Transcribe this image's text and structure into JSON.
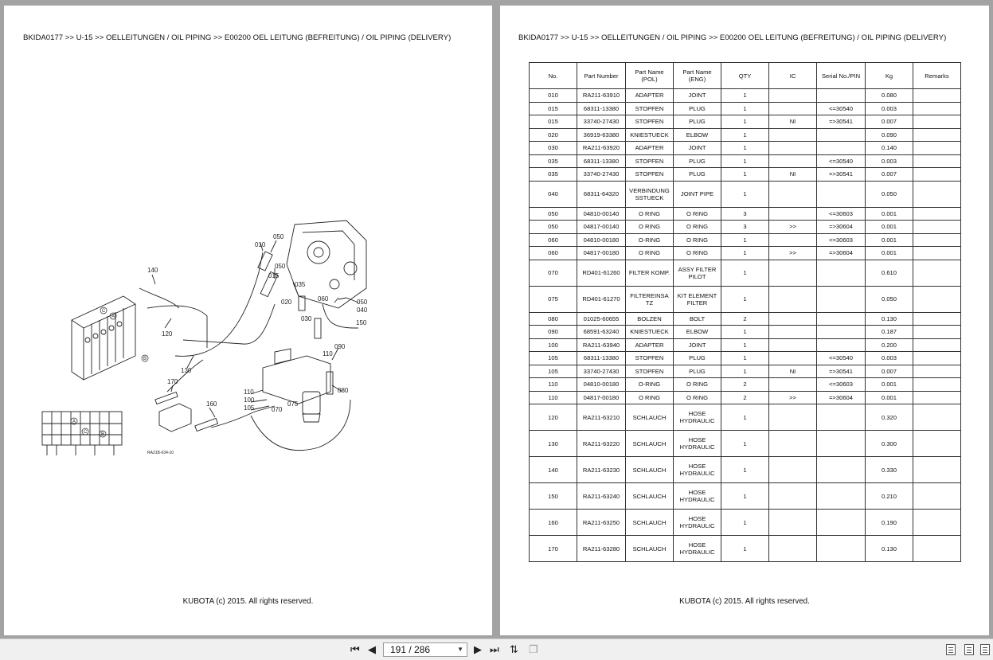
{
  "header": {
    "breadcrumb": "BKIDA0177 >> U-15 >> OELLEITUNGEN / OIL PIPING >> E00200   OEL LEITUNG (BEFREITUNG) / OIL PIPING (DELIVERY)"
  },
  "footer": {
    "copyright": "KUBOTA (c) 2015. All rights reserved."
  },
  "diagram": {
    "callouts": [
      "010",
      "050",
      "050",
      "015",
      "035",
      "020",
      "030",
      "060",
      "050",
      "040",
      "150",
      "140",
      "120",
      "130",
      "170",
      "160",
      "110",
      "100",
      "105",
      "075",
      "070",
      "080",
      "090",
      "110"
    ],
    "drawing_code": "RA21B-034-10",
    "port_letters": [
      "C",
      "A",
      "B",
      "A",
      "C",
      "B"
    ]
  },
  "table": {
    "headers": [
      "No.",
      "Part Number",
      "Part Name (POL)",
      "Part Name (ENG)",
      "QTY",
      "IC",
      "Serial No./PIN",
      "Kg",
      "Remarks"
    ],
    "rows": [
      {
        "no": "010",
        "pn": "RA211-63910",
        "pol": "ADAPTER",
        "eng": "JOINT",
        "qty": "1",
        "ic": "",
        "serial": "",
        "kg": "0.080",
        "remarks": ""
      },
      {
        "no": "015",
        "pn": "68311-13380",
        "pol": "STOPFEN",
        "eng": "PLUG",
        "qty": "1",
        "ic": "",
        "serial": "<=30540",
        "kg": "0.003",
        "remarks": ""
      },
      {
        "no": "015",
        "pn": "33740-27430",
        "pol": "STOPFEN",
        "eng": "PLUG",
        "qty": "1",
        "ic": "NI",
        "serial": "=>30541",
        "kg": "0.007",
        "remarks": ""
      },
      {
        "no": "020",
        "pn": "36919-63380",
        "pol": "KNIESTUECK",
        "eng": "ELBOW",
        "qty": "1",
        "ic": "",
        "serial": "",
        "kg": "0.090",
        "remarks": ""
      },
      {
        "no": "030",
        "pn": "RA211-63920",
        "pol": "ADAPTER",
        "eng": "JOINT",
        "qty": "1",
        "ic": "",
        "serial": "",
        "kg": "0.140",
        "remarks": ""
      },
      {
        "no": "035",
        "pn": "68311-13380",
        "pol": "STOPFEN",
        "eng": "PLUG",
        "qty": "1",
        "ic": "",
        "serial": "<=30540",
        "kg": "0.003",
        "remarks": ""
      },
      {
        "no": "035",
        "pn": "33740-27430",
        "pol": "STOPFEN",
        "eng": "PLUG",
        "qty": "1",
        "ic": "NI",
        "serial": "=>30541",
        "kg": "0.007",
        "remarks": ""
      },
      {
        "no": "040",
        "pn": "68311-64320",
        "pol": "VERBINDUNG SSTUECK",
        "eng": "JOINT PIPE",
        "qty": "1",
        "ic": "",
        "serial": "",
        "kg": "0.050",
        "remarks": "",
        "tall": true
      },
      {
        "no": "050",
        "pn": "04810-00140",
        "pol": "O RING",
        "eng": "O RING",
        "qty": "3",
        "ic": "",
        "serial": "<=30603",
        "kg": "0.001",
        "remarks": ""
      },
      {
        "no": "050",
        "pn": "04817-00140",
        "pol": "O RING",
        "eng": "O RING",
        "qty": "3",
        "ic": ">>",
        "serial": "=>30604",
        "kg": "0.001",
        "remarks": ""
      },
      {
        "no": "060",
        "pn": "04810-00180",
        "pol": "O-RING",
        "eng": "O RING",
        "qty": "1",
        "ic": "",
        "serial": "<=30603",
        "kg": "0.001",
        "remarks": ""
      },
      {
        "no": "060",
        "pn": "04817-00180",
        "pol": "O RING",
        "eng": "O RING",
        "qty": "1",
        "ic": ">>",
        "serial": "=>30604",
        "kg": "0.001",
        "remarks": ""
      },
      {
        "no": "070",
        "pn": "RD401-61260",
        "pol": "FILTER KOMP.",
        "eng": "ASSY FILTER PILOT",
        "qty": "1",
        "ic": "",
        "serial": "",
        "kg": "0.610",
        "remarks": "",
        "tall": true
      },
      {
        "no": "075",
        "pn": "RD401-61270",
        "pol": "FILTEREINSA TZ",
        "eng": "KIT ELEMENT FILTER",
        "qty": "1",
        "ic": "",
        "serial": "",
        "kg": "0.050",
        "remarks": "",
        "tall": true
      },
      {
        "no": "080",
        "pn": "01025-60655",
        "pol": "BOLZEN",
        "eng": "BOLT",
        "qty": "2",
        "ic": "",
        "serial": "",
        "kg": "0.130",
        "remarks": ""
      },
      {
        "no": "090",
        "pn": "68591-63240",
        "pol": "KNIESTUECK",
        "eng": "ELBOW",
        "qty": "1",
        "ic": "",
        "serial": "",
        "kg": "0.187",
        "remarks": ""
      },
      {
        "no": "100",
        "pn": "RA211-63940",
        "pol": "ADAPTER",
        "eng": "JOINT",
        "qty": "1",
        "ic": "",
        "serial": "",
        "kg": "0.200",
        "remarks": ""
      },
      {
        "no": "105",
        "pn": "68311-13380",
        "pol": "STOPFEN",
        "eng": "PLUG",
        "qty": "1",
        "ic": "",
        "serial": "<=30540",
        "kg": "0.003",
        "remarks": ""
      },
      {
        "no": "105",
        "pn": "33740-27430",
        "pol": "STOPFEN",
        "eng": "PLUG",
        "qty": "1",
        "ic": "NI",
        "serial": "=>30541",
        "kg": "0.007",
        "remarks": ""
      },
      {
        "no": "110",
        "pn": "04810-00180",
        "pol": "O-RING",
        "eng": "O RING",
        "qty": "2",
        "ic": "",
        "serial": "<=30603",
        "kg": "0.001",
        "remarks": ""
      },
      {
        "no": "110",
        "pn": "04817-00180",
        "pol": "O RING",
        "eng": "O RING",
        "qty": "2",
        "ic": ">>",
        "serial": "=>30604",
        "kg": "0.001",
        "remarks": ""
      },
      {
        "no": "120",
        "pn": "RA211-63210",
        "pol": "SCHLAUCH",
        "eng": "HOSE HYDRAULIC",
        "qty": "1",
        "ic": "",
        "serial": "",
        "kg": "0.320",
        "remarks": "",
        "tall": true
      },
      {
        "no": "130",
        "pn": "RA211-63220",
        "pol": "SCHLAUCH",
        "eng": "HOSE HYDRAULIC",
        "qty": "1",
        "ic": "",
        "serial": "",
        "kg": "0.300",
        "remarks": "",
        "tall": true
      },
      {
        "no": "140",
        "pn": "RA211-63230",
        "pol": "SCHLAUCH",
        "eng": "HOSE HYDRAULIC",
        "qty": "1",
        "ic": "",
        "serial": "",
        "kg": "0.330",
        "remarks": "",
        "tall": true
      },
      {
        "no": "150",
        "pn": "RA211-63240",
        "pol": "SCHLAUCH",
        "eng": "HOSE HYDRAULIC",
        "qty": "1",
        "ic": "",
        "serial": "",
        "kg": "0.210",
        "remarks": "",
        "tall": true
      },
      {
        "no": "160",
        "pn": "RA211-63250",
        "pol": "SCHLAUCH",
        "eng": "HOSE HYDRAULIC",
        "qty": "1",
        "ic": "",
        "serial": "",
        "kg": "0.190",
        "remarks": "",
        "tall": true
      },
      {
        "no": "170",
        "pn": "RA211-63280",
        "pol": "SCHLAUCH",
        "eng": "HOSE HYDRAULIC",
        "qty": "1",
        "ic": "",
        "serial": "",
        "kg": "0.130",
        "remarks": "",
        "tall": true
      }
    ]
  },
  "toolbar": {
    "page_indicator": "191 / 286",
    "icons": [
      "first-page-icon",
      "prev-page-icon",
      "next-page-icon",
      "last-page-icon",
      "scroll-mode-icon",
      "spread-mode-icon",
      "single-page-view-icon",
      "double-page-view-icon",
      "continuous-view-icon"
    ]
  }
}
